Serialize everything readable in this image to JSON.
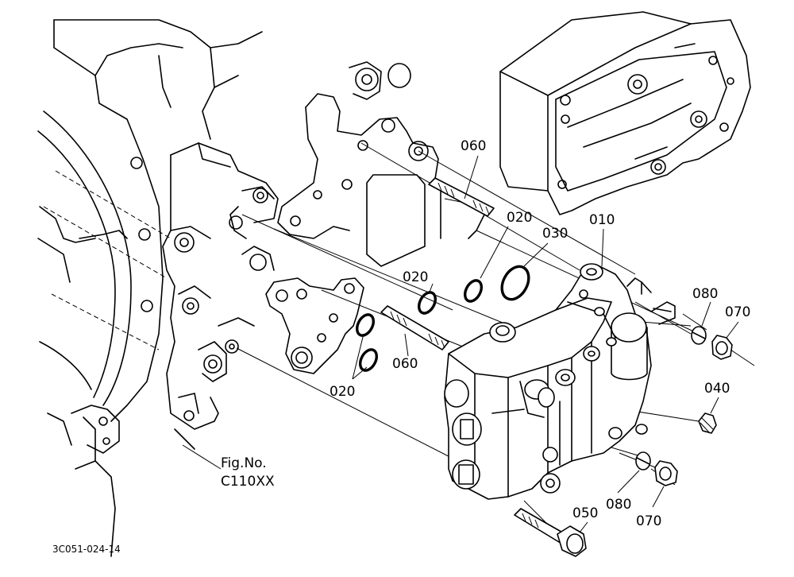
{
  "diagram": {
    "callouts": [
      {
        "id": "p010",
        "text": "010"
      },
      {
        "id": "p020a",
        "text": "020"
      },
      {
        "id": "p020b",
        "text": "020"
      },
      {
        "id": "p020c",
        "text": "020"
      },
      {
        "id": "p030",
        "text": "030"
      },
      {
        "id": "p040",
        "text": "040"
      },
      {
        "id": "p050",
        "text": "050"
      },
      {
        "id": "p060a",
        "text": "060"
      },
      {
        "id": "p060b",
        "text": "060"
      },
      {
        "id": "p070a",
        "text": "070"
      },
      {
        "id": "p070b",
        "text": "070"
      },
      {
        "id": "p080a",
        "text": "080"
      },
      {
        "id": "p080b",
        "text": "080"
      }
    ],
    "figure_ref": {
      "line1": "Fig.No.",
      "line2": "C110XX"
    },
    "drawing_code": "3C051-024-14"
  }
}
